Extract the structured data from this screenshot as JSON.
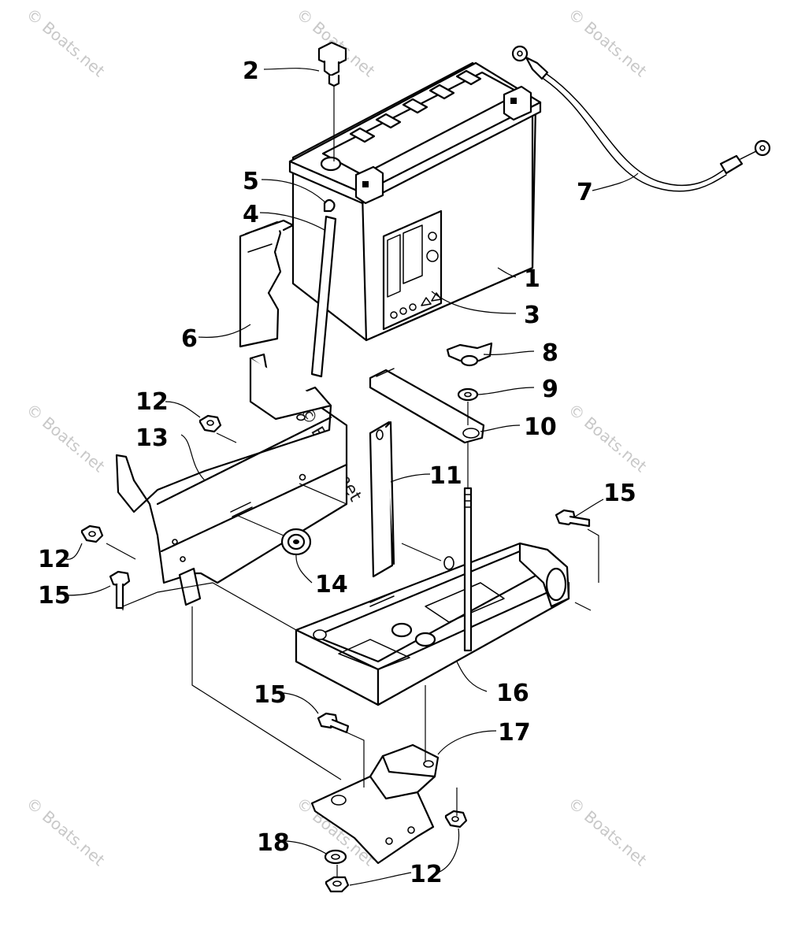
{
  "diagram": {
    "labels": [
      "1",
      "2",
      "3",
      "4",
      "5",
      "6",
      "7",
      "8",
      "9",
      "10",
      "11",
      "12",
      "13",
      "14",
      "15",
      "16",
      "17",
      "18"
    ]
  },
  "watermark": {
    "text": "© Boats.net"
  },
  "colors": {
    "ink": "#000000",
    "watermark": "#c8c8c8",
    "background": "#ffffff"
  }
}
